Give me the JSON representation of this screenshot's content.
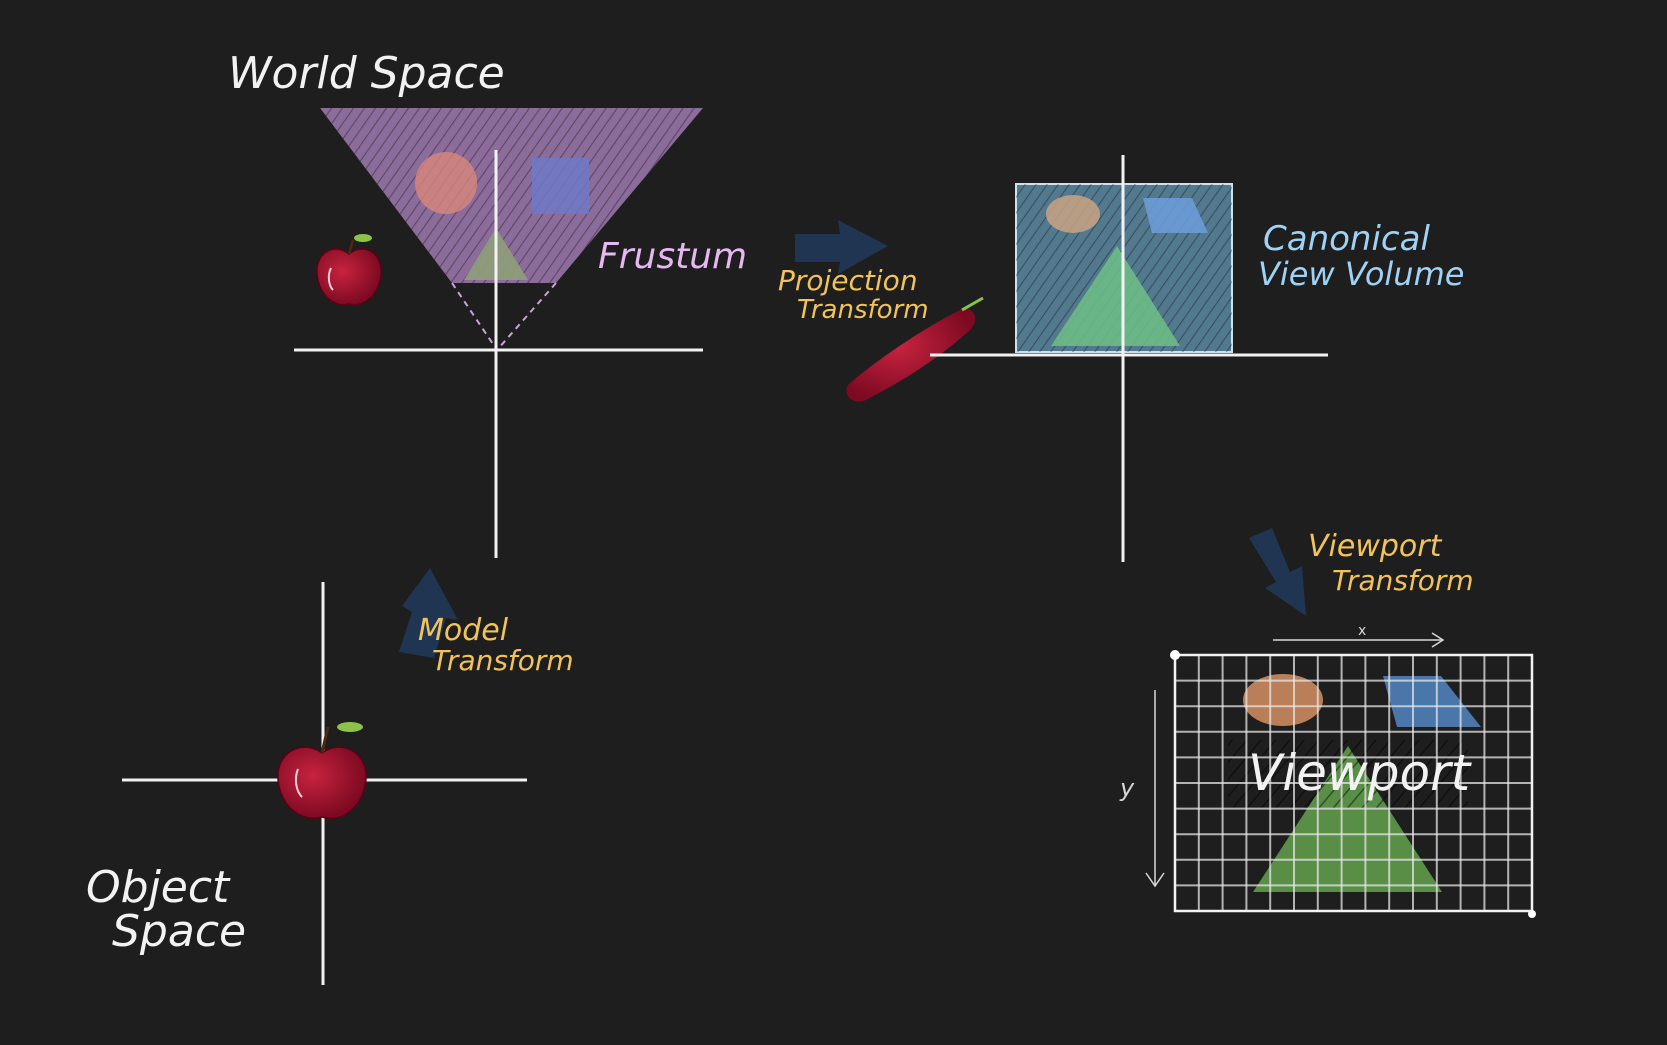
{
  "labels": {
    "world_space": "World Space",
    "frustum": "Frustum",
    "projection_1": "Projection",
    "projection_2": "Transform",
    "canonical_1": "Canonical",
    "canonical_2": "View Volume",
    "model_1": "Model",
    "model_2": "Transform",
    "object_1": "Object",
    "object_2": "Space",
    "viewport_t1": "Viewport",
    "viewport_t2": "Transform",
    "viewport": "Viewport",
    "axis_x": "x",
    "axis_y": "y"
  },
  "colors": {
    "background": "#1e1e1e",
    "chalk": "#f2f2f2",
    "frustum_fill": "#a07ab0",
    "frustum_label": "#e7b8f0",
    "transform_label": "#f2c35a",
    "canonical_label": "#9fd2f5",
    "canonical_fill": "#5d8aa3",
    "arrow": "#1f3552",
    "apple": "#a8102e",
    "leaf": "#8bc34a",
    "orange_shape": "#c98a5f",
    "blue_shape": "#4f7fb8",
    "green_shape": "#5f9a4a"
  },
  "icons": [
    "apple-icon",
    "arrow-icon"
  ]
}
